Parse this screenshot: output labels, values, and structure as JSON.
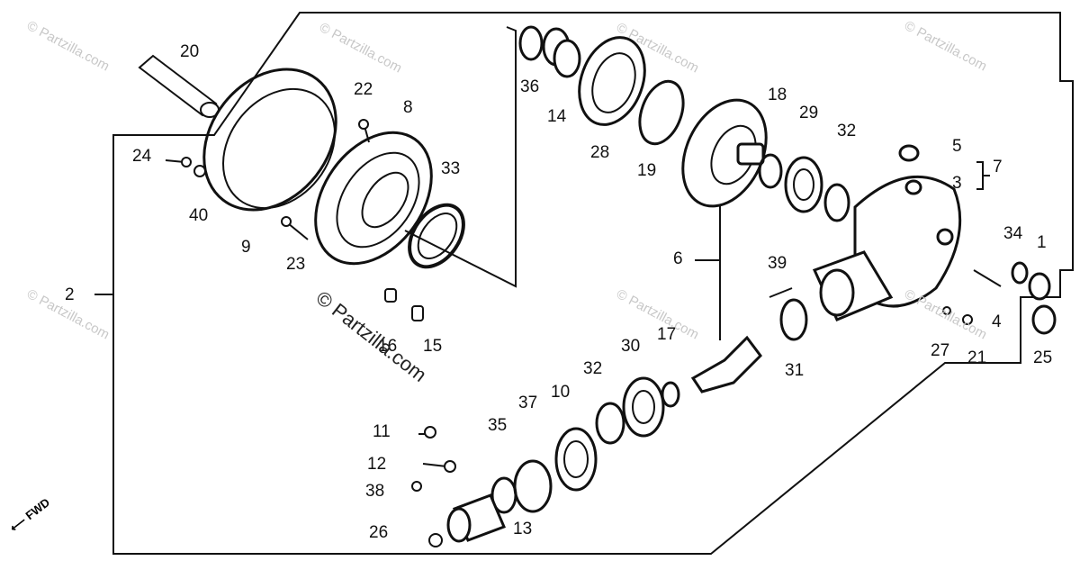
{
  "diagram": {
    "watermark_main": "© Partzilla.com",
    "watermark_small": "© Partzilla.com",
    "fwd_label": "FWD",
    "bracket_label": "7",
    "callouts": {
      "p20": "20",
      "p22": "22",
      "p8": "8",
      "p24": "24",
      "p40": "40",
      "p9": "9",
      "p23": "23",
      "p33": "33",
      "p36": "36",
      "p14": "14",
      "p28": "28",
      "p19": "19",
      "p18": "18",
      "p29": "29",
      "p32a": "32",
      "p5": "5",
      "p3": "3",
      "p6": "6",
      "p39": "39",
      "p34": "34",
      "p1": "1",
      "p4": "4",
      "p27": "27",
      "p21": "21",
      "p25": "25",
      "p31": "31",
      "p2": "2",
      "p16": "16",
      "p15": "15",
      "p17": "17",
      "p30": "30",
      "p32b": "32",
      "p10": "10",
      "p37": "37",
      "p35": "35",
      "p11": "11",
      "p12": "12",
      "p38": "38",
      "p26": "26",
      "p13": "13"
    }
  }
}
